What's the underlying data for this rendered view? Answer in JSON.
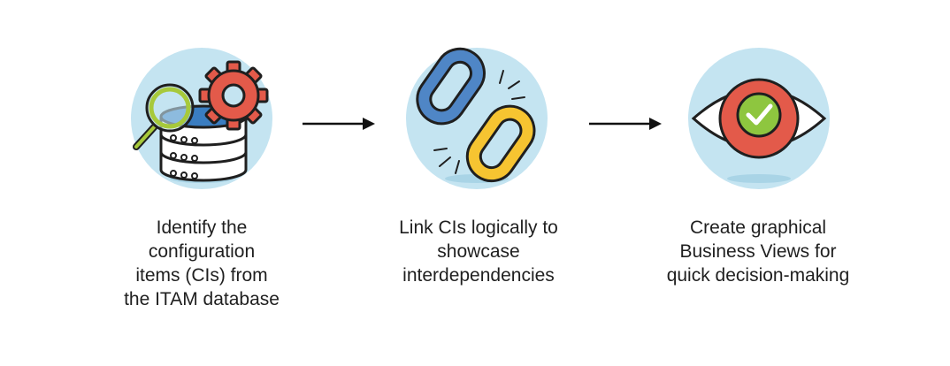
{
  "steps": [
    {
      "icon": "database-search-gear-icon",
      "label": "Identify the\nconfiguration\nitems (CIs) from\nthe ITAM database"
    },
    {
      "icon": "chain-link-icon",
      "label": "Link CIs logically to\nshowcase\ninterdependencies"
    },
    {
      "icon": "eye-check-icon",
      "label": "Create graphical\nBusiness Views for\nquick decision-making"
    }
  ],
  "colors": {
    "circle_bg": "#c4e4f1",
    "shadow": "#a9d4e6",
    "gear": "#e35a4a",
    "database": "#ffffff",
    "database_top": "#3a7dc1",
    "magnifier_ring": "#a7c93b",
    "chain_blue": "#4f86c6",
    "chain_yellow": "#f6c431",
    "eye_red": "#e35a4a",
    "check_green": "#8ec63f",
    "outline": "#1f1f1f",
    "arrow": "#111111"
  }
}
